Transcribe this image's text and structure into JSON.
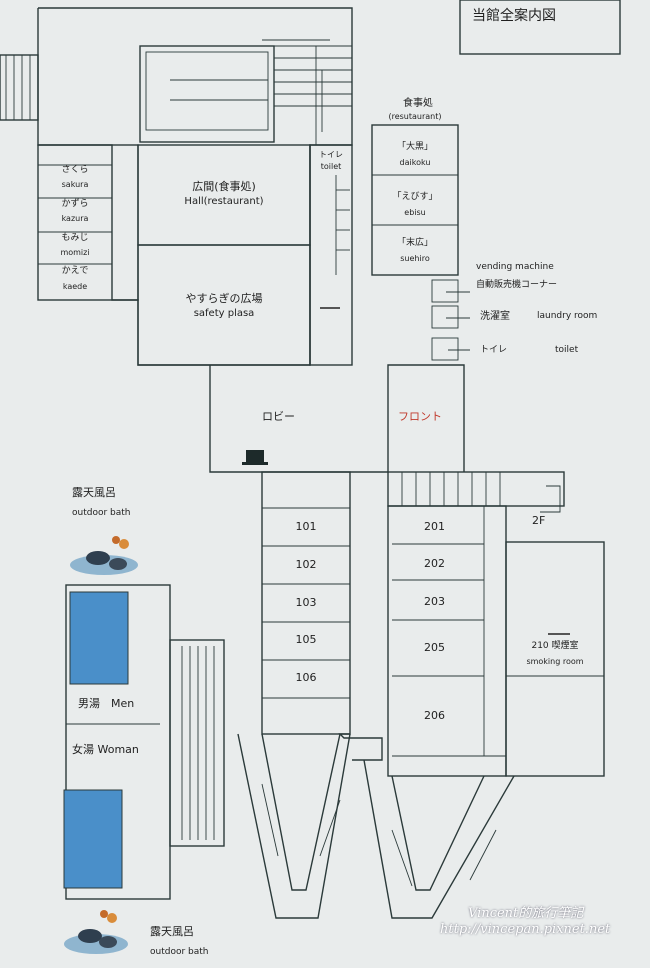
{
  "map_title": "当館全案内図",
  "restaurant_area": {
    "label_jp": "食事処",
    "label_en": "(resutaurant)"
  },
  "restaurant_rooms": [
    {
      "jp": "「大黒」",
      "en": "daikoku"
    },
    {
      "jp": "「えびす」",
      "en": "ebisu"
    },
    {
      "jp": "「末広」",
      "en": "suehiro"
    }
  ],
  "guest_rooms_left": [
    {
      "jp": "さくら",
      "en": "sakura"
    },
    {
      "jp": "かずら",
      "en": "kazura"
    },
    {
      "jp": "もみじ",
      "en": "momizi"
    },
    {
      "jp": "かえで",
      "en": "kaede"
    }
  ],
  "hall": {
    "jp": "広間(食事処)",
    "en": "Hall(restaurant)"
  },
  "plaza": {
    "jp": "やすらぎの広場",
    "en": "safety plasa"
  },
  "toilet_top": {
    "jp": "トイレ",
    "en": "toilet"
  },
  "vending": {
    "en": "vending machine",
    "jp": "自動販売機コーナー"
  },
  "laundry": {
    "jp": "洗濯室",
    "en": "laundry room"
  },
  "toilet_right": {
    "jp": "トイレ",
    "en": "toilet"
  },
  "lobby": "ロビー",
  "front": "フロント",
  "outdoor_bath_top": {
    "jp": "露天風呂",
    "en": "outdoor bath"
  },
  "outdoor_bath_bottom": {
    "jp": "露天風呂",
    "en": "outdoor bath"
  },
  "bath_men": "男湯　Men",
  "bath_women": "女湯 Woman",
  "rooms_1f": [
    "101",
    "102",
    "103",
    "105",
    "106"
  ],
  "rooms_2f": [
    "201",
    "202",
    "203",
    "205",
    "206"
  ],
  "floor_2f": "2F",
  "smoking_room": {
    "jp": "210 喫煙室",
    "en": "smoking room"
  },
  "watermark": {
    "line1": "Vincent的旅行筆記",
    "line2": "http://vincepan.pixnet.net"
  },
  "colors": {
    "background": "#e9ecec",
    "walls": "#2b3a3a",
    "pool": "#4a8fc9",
    "front_text": "#c0392b"
  }
}
